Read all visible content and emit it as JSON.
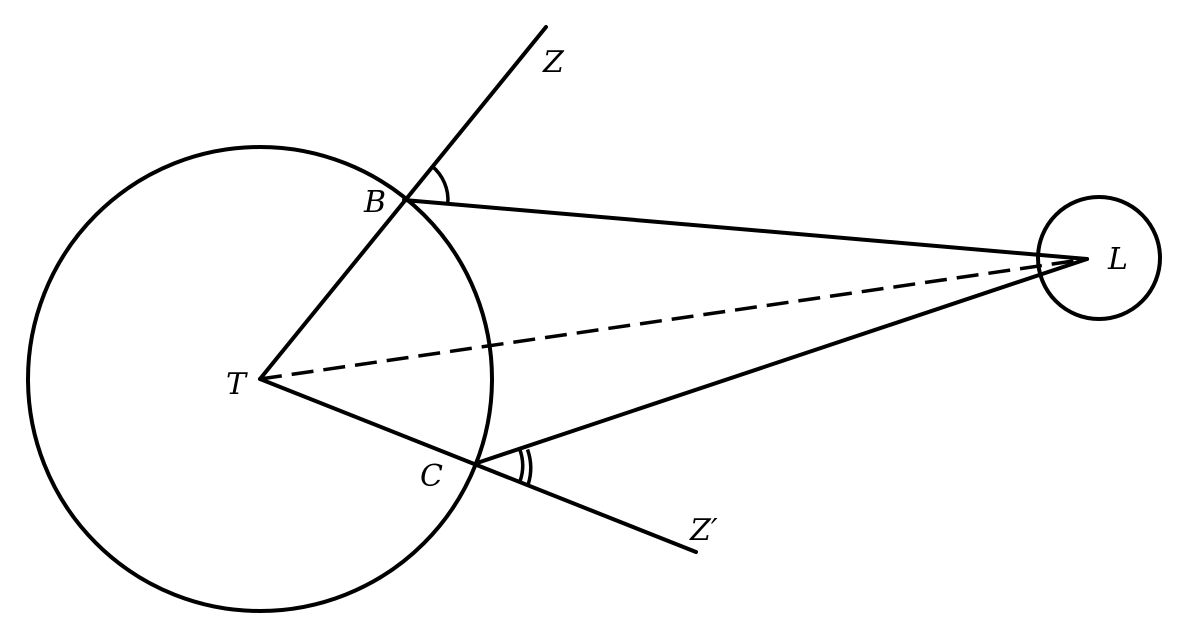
{
  "labels": {
    "Z": "Z",
    "B": "B",
    "L": "L",
    "T": "T",
    "C": "C",
    "Zp": "Z′"
  },
  "colors": {
    "stroke": "#000000",
    "background": "#ffffff"
  }
}
